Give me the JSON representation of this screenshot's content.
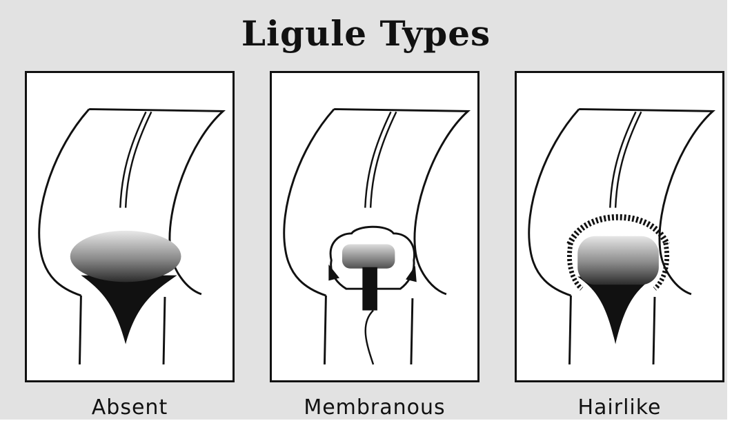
{
  "diagram": {
    "title": "Ligule Types",
    "panels": [
      {
        "id": "absent",
        "label": "Absent"
      },
      {
        "id": "membranous",
        "label": "Membranous"
      },
      {
        "id": "hairlike",
        "label": "Hairlike"
      }
    ]
  },
  "colors": {
    "background": "#e2e2e2",
    "panel_fill": "#ffffff",
    "outline": "#111111",
    "ligule_light": "#e6e6e6",
    "ligule_dark": "#3a3a3a"
  }
}
